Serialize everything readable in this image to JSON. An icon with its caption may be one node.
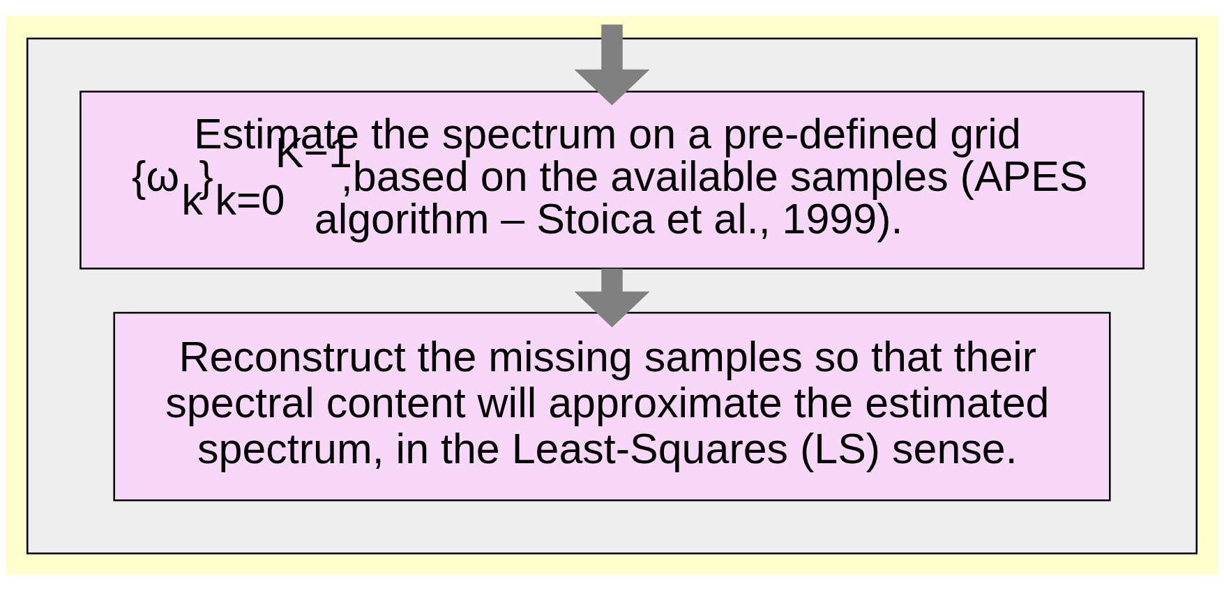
{
  "diagram": {
    "nodes": [
      {
        "text": [],
        "shape": "box"
      },
      {
        "text": [
          "Estimate the spectrum on a pre-defined grid {ω$_{k}$}$_{k=0}$$^{K−1}$,based on the available samples (APES algorithm – Stoica et al., 1999)."
        ],
        "in": 0
      },
      {
        "text": [
          "Reconstruct the missing samples so that their spectral content will approximate the estimated spectrum, in the Least-Squares (LS) sense."
        ],
        "in": 0
      }
    ],
    "edges": [
      {
        "from": null,
        "to": 1,
        "arrow": "to"
      },
      {
        "from": 1,
        "to": 2,
        "arrow": "to"
      }
    ]
  }
}
